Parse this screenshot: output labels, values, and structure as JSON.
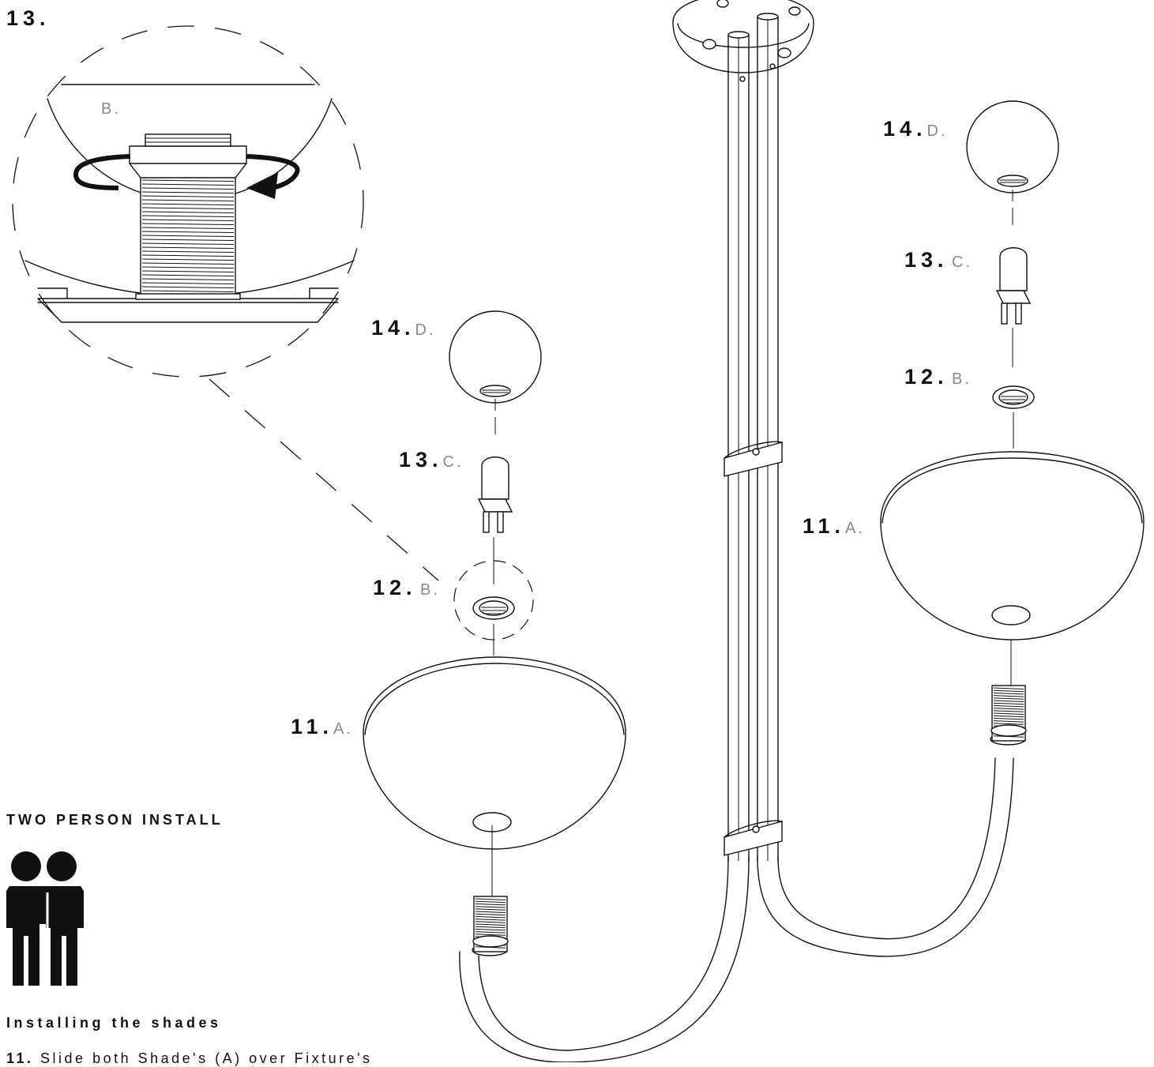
{
  "detail": {
    "step_number": "13.",
    "part_letter": "B."
  },
  "callouts_left": [
    {
      "num": "14.",
      "letter": "D."
    },
    {
      "num": "13.",
      "letter": "C."
    },
    {
      "num": "12.",
      "letter": "B."
    },
    {
      "num": "11.",
      "letter": "A."
    }
  ],
  "callouts_right": [
    {
      "num": "14.",
      "letter": "D."
    },
    {
      "num": "13.",
      "letter": "C."
    },
    {
      "num": "12.",
      "letter": "B."
    },
    {
      "num": "11.",
      "letter": "A."
    }
  ],
  "install_note": {
    "heading": "TWO PERSON INSTALL",
    "icon": "two-person-icon"
  },
  "section": {
    "title": "Installing the shades",
    "step_number": "11.",
    "step_text": "Slide both Shade's (A) over Fixture's"
  }
}
